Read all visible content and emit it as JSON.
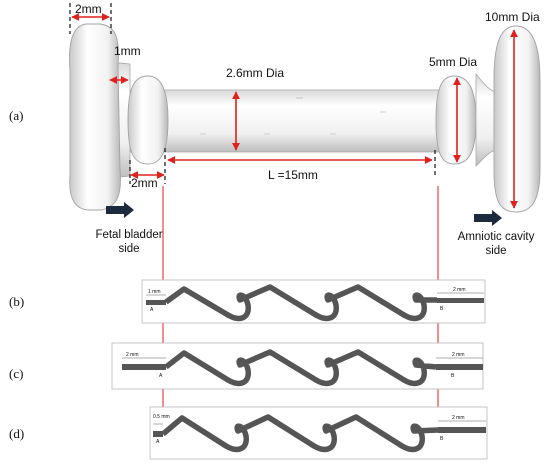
{
  "panel_labels": {
    "a": "(a)",
    "b": "(b)",
    "c": "(c)",
    "d": "(d)"
  },
  "dimensions": {
    "outer_flange_width": "2mm",
    "gap": "1mm",
    "inner_flange_width": "2mm",
    "body_diameter": "2.6mm Dia",
    "length": "L =15mm",
    "inner_flange_diameter": "5mm Dia",
    "outer_flange_diameter": "10mm Dia"
  },
  "sides": {
    "fetal": "Fetal bladder side",
    "amniotic": "Amniotic cavity side"
  },
  "strips": {
    "b": {
      "left_dim": "1 mm",
      "right_dim": "2 mm",
      "left_end": "A",
      "right_end": "B"
    },
    "c": {
      "left_dim": "2 mm",
      "right_dim": "2 mm",
      "left_end": "A",
      "right_end": "B"
    },
    "d": {
      "left_dim": "0.5 mm",
      "right_dim": "2 mm",
      "left_end": "A",
      "right_end": "B"
    }
  },
  "colors": {
    "annotation": "#e0201c",
    "metal": "#555555"
  }
}
